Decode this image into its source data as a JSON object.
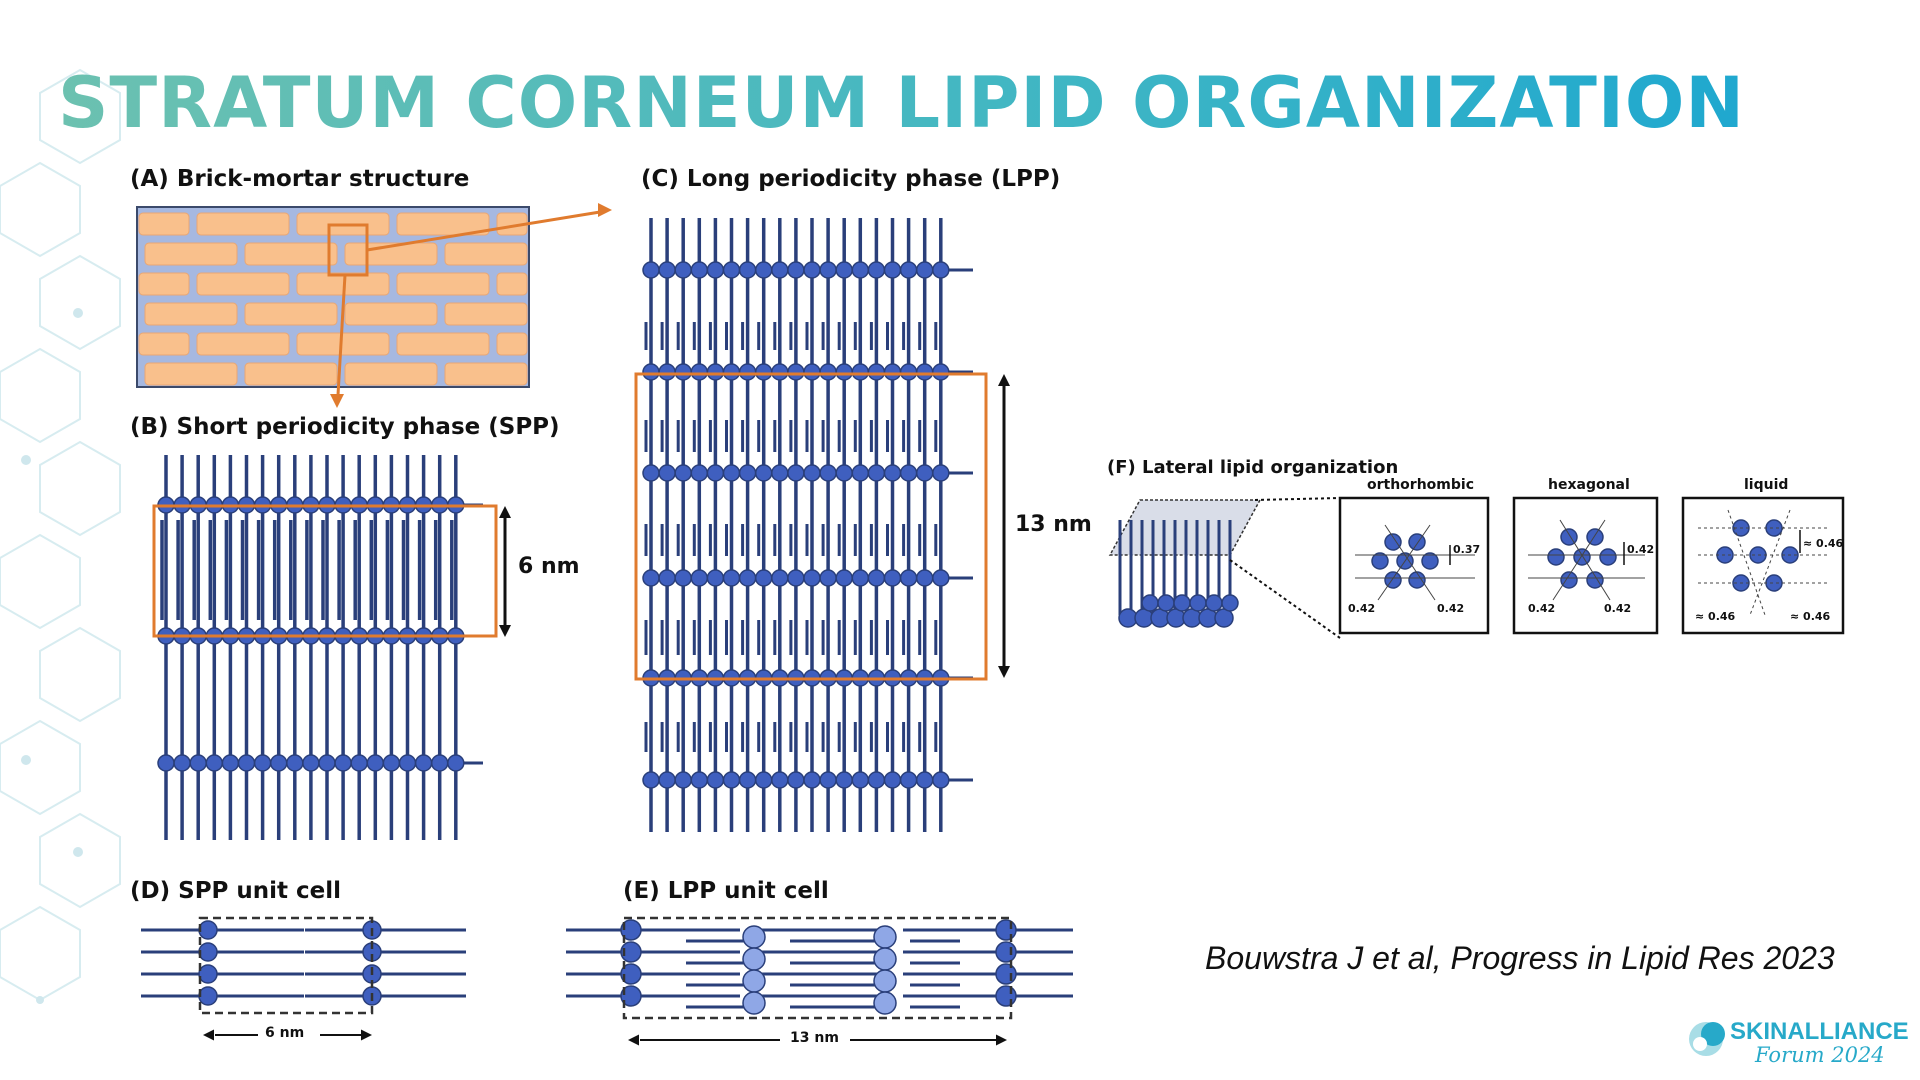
{
  "slide": {
    "title": "STRATUM CORNEUM LIPID ORGANIZATION",
    "citation": "Bouwstra J et al, Progress in Lipid Res 2023"
  },
  "panels": {
    "a": {
      "label": "(A) Brick-mortar structure"
    },
    "b": {
      "label": "(B) Short periodicity phase (SPP)",
      "dimension": "6 nm"
    },
    "c": {
      "label": "(C) Long periodicity phase (LPP)",
      "dimension": "13 nm"
    },
    "d": {
      "label": "(D) SPP unit cell",
      "dimension": "6 nm"
    },
    "e": {
      "label": "(E) LPP unit cell",
      "dimension": "13 nm"
    },
    "f": {
      "label": "(F) Lateral lipid organization",
      "boxes": [
        {
          "name": "orthorhombic",
          "spacings": [
            "0.37",
            "0.42",
            "0.42"
          ]
        },
        {
          "name": "hexagonal",
          "spacings": [
            "0.42",
            "0.42",
            "0.42"
          ]
        },
        {
          "name": "liquid",
          "spacings": [
            "≈ 0.46",
            "≈ 0.46",
            "≈ 0.46"
          ]
        }
      ]
    }
  },
  "logo": {
    "name": "SKINALLIANCE",
    "sub": "Forum 2024"
  },
  "colors": {
    "title_start": "#6cc1b0",
    "title_end": "#1fa8cf",
    "lipid_blue": "#2a3f7a",
    "head_blue": "#3f5fbf",
    "highlight_orange": "#e07b2e",
    "brick": "#f9c08c",
    "mortar": "#a6b8e0",
    "logo": "#27a9c9"
  }
}
